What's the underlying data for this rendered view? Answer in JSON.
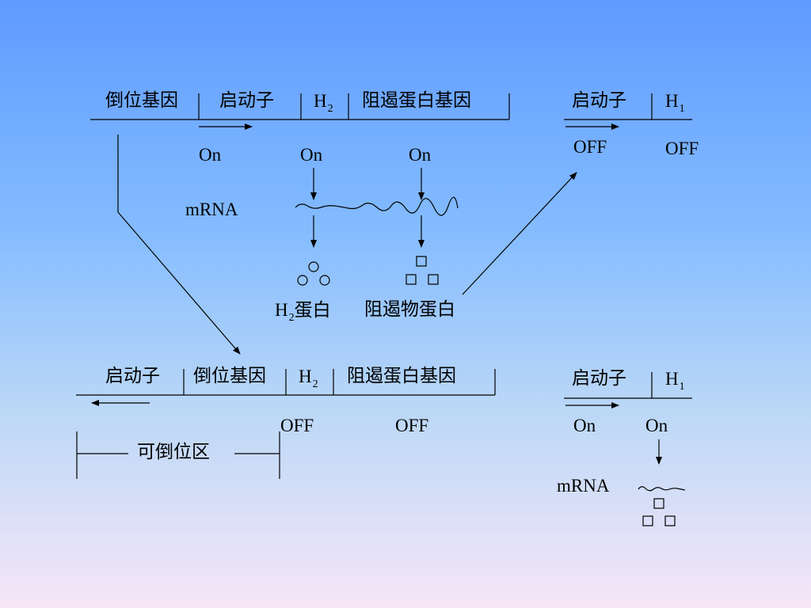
{
  "top_left": {
    "segments": [
      "倒位基因",
      "启动子",
      "H",
      "阻遏蛋白基因"
    ],
    "h_sub": "2",
    "states": [
      "On",
      "On",
      "On"
    ],
    "mrna_label": "mRNA",
    "product_h2": {
      "main": "H",
      "sub": "2",
      "rest": "蛋白"
    },
    "product_repressor": "阻遏物蛋白"
  },
  "top_right": {
    "segments": [
      "启动子",
      "H"
    ],
    "h_sub": "1",
    "states": [
      "OFF",
      "OFF"
    ]
  },
  "bottom_left": {
    "segments": [
      "启动子",
      "倒位基因",
      "H",
      "阻遏蛋白基因"
    ],
    "h_sub": "2",
    "states": [
      "OFF",
      "OFF"
    ],
    "invertible_region": "可倒位区"
  },
  "bottom_right": {
    "segments": [
      "启动子",
      "H"
    ],
    "h_sub": "1",
    "states": [
      "On",
      "On"
    ],
    "mrna_label": "mRNA"
  }
}
